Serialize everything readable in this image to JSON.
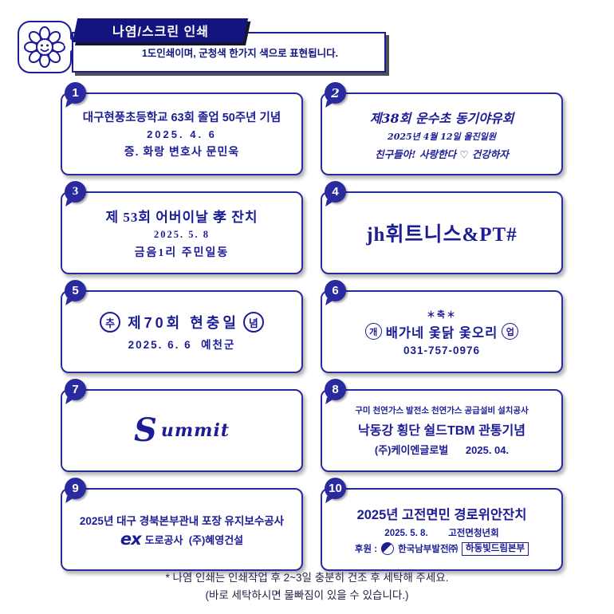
{
  "page": {
    "bg": "#ffffff",
    "accent": "#1c1c96",
    "banner_bg": "#14147e"
  },
  "header": {
    "title": "나염/스크린 인쇄",
    "subtitle": "1도인쇄이며, 군청색 한가지 색으로 표현됩니다.",
    "flower_icon": "smiley-daisy-in-speech-bubble"
  },
  "samples": [
    {
      "num": "1",
      "line1": "대구현풍초등학교 63회 졸업 50주년 기념",
      "line2": "2025. 4. 6",
      "line3": "증. 화랑 변호사 문민욱"
    },
    {
      "num": "2",
      "line1": "제38회 운수초 동기야유회",
      "line2": "2025년 4월 12일 울진일원",
      "line3": "친구들아! 사랑한다 ♡ 건강하자"
    },
    {
      "num": "3",
      "line1": "제 53회 어버이날 孝 잔치",
      "line2": "2025. 5. 8",
      "line3": "금음1리 주민일동"
    },
    {
      "num": "4",
      "line1": "jh휘트니스&PT#"
    },
    {
      "num": "5",
      "circle_prefix": "추",
      "line1": "제70회 현충일",
      "circle_suffix": "념",
      "line2": "2025. 6. 6  예천군"
    },
    {
      "num": "6",
      "top": "＊축＊",
      "circle_prefix": "개",
      "line1": "배가네 옻닭 옻오리",
      "circle_suffix": "업",
      "line2": "031-757-0976"
    },
    {
      "num": "7",
      "logo_initial": "S",
      "logo_rest": "ummit"
    },
    {
      "num": "8",
      "line1": "구미 천연가스 발전소 천연가스 공급설비 설치공사",
      "line2": "낙동강 횡단 쉴드TBM 관통기념",
      "line3": "(주)케이엔글로벌      2025. 04."
    },
    {
      "num": "9",
      "line1": "2025년 대구 경북본부관내 포장 유지보수공사",
      "logo": "ex",
      "line2": "도로공사  (주)혜영건설"
    },
    {
      "num": "10",
      "line1": "2025년 고전면민 경로위안잔치",
      "line2": "2025. 5. 8.        고전면청년회",
      "line3_prefix": "후원 :",
      "line3_company": "한국남부발전㈜",
      "line3_box": "하동빛드림본부"
    }
  ],
  "footer": {
    "line1": "* 나염 인쇄는 인쇄작업 후 2~3일 충분히 건조 후 세탁해 주세요.",
    "line2": "(바로 세탁하시면 물빠짐이 있을 수 있습니다.)"
  }
}
